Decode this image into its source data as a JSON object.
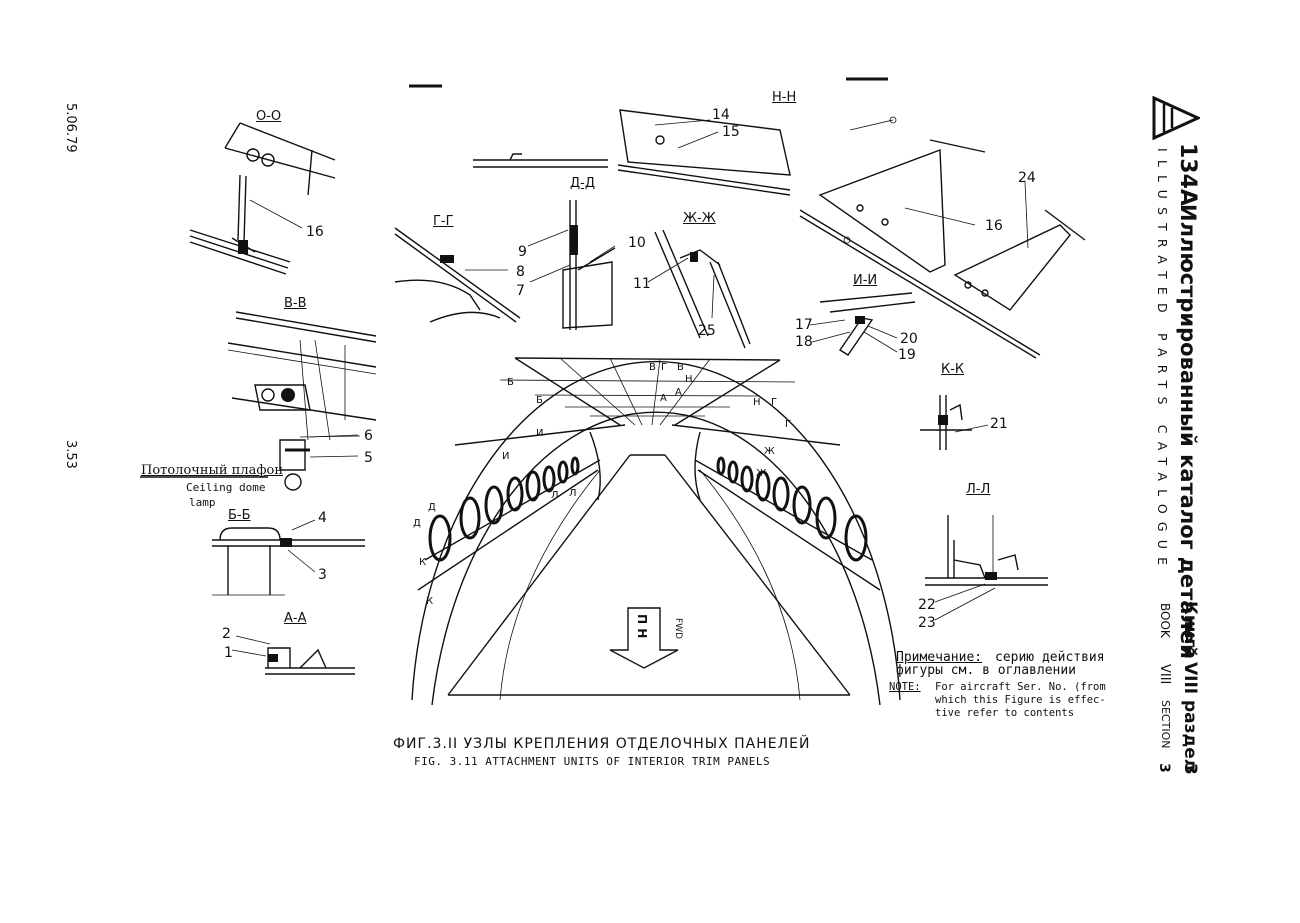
{
  "page_meta": {
    "date": "5.06.79",
    "page_number": "3.53"
  },
  "header": {
    "model": "134A",
    "title_ru": "Иллюстрированный каталог деталей",
    "title_en": "ILLUSTRATED PARTS CATALOGUE",
    "book_ru": "Книга",
    "book_num": "VIII",
    "section_ru": "раздел",
    "section_num": "3",
    "book_en": "BOOK",
    "book_num_en": "VIII",
    "section_en": "SECTION",
    "section_num_en": "3"
  },
  "sections": {
    "oo": "О-О",
    "vv": "В-В",
    "bb": "Б-Б",
    "aa": "А-А",
    "gg": "Г-Г",
    "dd": "Д-Д",
    "zhzh": "Ж-Ж",
    "nn": "Н-Н",
    "ii": "И-И",
    "kk": "К-К",
    "ll": "Л-Л"
  },
  "callouts": [
    "1",
    "2",
    "3",
    "4",
    "5",
    "6",
    "7",
    "8",
    "9",
    "10",
    "11",
    "14",
    "15",
    "16",
    "16",
    "17",
    "18",
    "19",
    "20",
    "21",
    "22",
    "23",
    "24",
    "25"
  ],
  "labels": {
    "lamp_ru": "Потолочный плафон",
    "lamp_en_1": "Ceiling dome",
    "lamp_en_2": "lamp",
    "fwd_ru": "П Н",
    "fwd_en": "FWD"
  },
  "cabin_marks": [
    "Б",
    "Б",
    "В",
    "Г",
    "В",
    "Н",
    "А",
    "А",
    "Н",
    "Г",
    "Г",
    "И",
    "И",
    "Ж",
    "Ж",
    "Д",
    "Д",
    "Л",
    "Л",
    "К",
    "К"
  ],
  "note": {
    "ru_label": "Примечание:",
    "ru_1": "серию действия",
    "ru_2": "фигуры см. в оглавлении",
    "en_label": "NOTE:",
    "en_1": "For aircraft Ser. No. (from",
    "en_2": "which this Figure is effec-",
    "en_3": "tive refer to contents"
  },
  "caption": {
    "ru": "ФИГ.3.II   УЗЛЫ КРЕПЛЕНИЯ ОТДЕЛОЧНЫХ ПАНЕЛЕЙ",
    "en": "FIG. 3.11 ATTACHMENT UNITS OF INTERIOR TRIM PANELS"
  }
}
